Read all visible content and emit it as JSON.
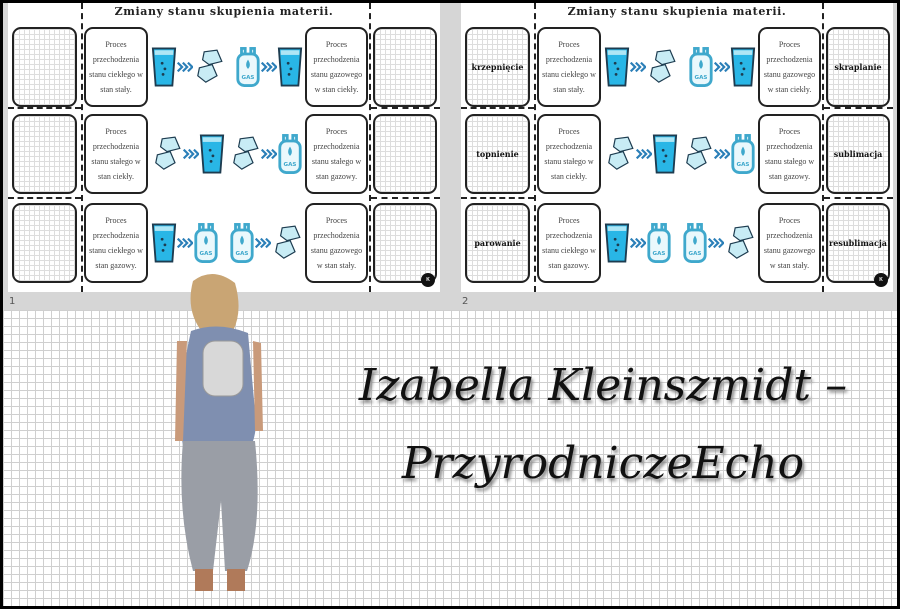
{
  "slides": [
    {
      "number": "1",
      "title": "Zmiany stanu skupienia materii.",
      "rows": [
        {
          "left_term": "",
          "left_desc": "Proces przechodzenia stanu ciekłego w stan stały.",
          "left_icons": [
            "water-glass",
            "ice-cubes"
          ],
          "right_icons": [
            "gas-cylinder",
            "water-glass"
          ],
          "right_desc": "Proces przechodzenia stanu gazowego w stan ciekły.",
          "right_term": ""
        },
        {
          "left_term": "",
          "left_desc": "Proces przechodzenia stanu stałego w stan ciekły.",
          "left_icons": [
            "ice-cubes",
            "water-glass"
          ],
          "right_icons": [
            "ice-cubes",
            "gas-cylinder"
          ],
          "right_desc": "Proces przechodzenia stanu stałego w stan gazowy.",
          "right_term": ""
        },
        {
          "left_term": "",
          "left_desc": "Proces przechodzenia stanu ciekłego w stan gazowy.",
          "left_icons": [
            "water-glass",
            "gas-cylinder"
          ],
          "right_icons": [
            "gas-cylinder",
            "ice-cubes"
          ],
          "right_desc": "Proces przechodzenia stanu gazowego w stan stały.",
          "right_term": ""
        }
      ]
    },
    {
      "number": "2",
      "title": "Zmiany stanu skupienia materii.",
      "rows": [
        {
          "left_term": "krzepnięcie",
          "left_desc": "Proces przechodzenia stanu ciekłego w stan stały.",
          "left_icons": [
            "water-glass",
            "ice-cubes"
          ],
          "right_icons": [
            "gas-cylinder",
            "water-glass"
          ],
          "right_desc": "Proces przechodzenia stanu gazowego w stan ciekły.",
          "right_term": "skraplanie"
        },
        {
          "left_term": "topnienie",
          "left_desc": "Proces przechodzenia stanu stałego w stan ciekły.",
          "left_icons": [
            "ice-cubes",
            "water-glass"
          ],
          "right_icons": [
            "ice-cubes",
            "gas-cylinder"
          ],
          "right_desc": "Proces przechodzenia stanu stałego w stan gazowy.",
          "right_term": "sublimacja"
        },
        {
          "left_term": "parowanie",
          "left_desc": "Proces przechodzenia stanu ciekłego w stan gazowy.",
          "left_icons": [
            "water-glass",
            "gas-cylinder"
          ],
          "right_icons": [
            "gas-cylinder",
            "ice-cubes"
          ],
          "right_desc": "Proces przechodzenia stanu gazowego w stan stały.",
          "right_term": "resublimacja"
        }
      ]
    }
  ],
  "gas_label": "GAS",
  "badge_label": "K",
  "author": {
    "line1": "Izabella Kleinszmidt –",
    "line2": "PrzyrodniczeEcho"
  },
  "colors": {
    "water": "#29b6e6",
    "ice": "#c8ecf5",
    "gas": "#3fa8cc",
    "arrow": "#2b7fb8"
  }
}
